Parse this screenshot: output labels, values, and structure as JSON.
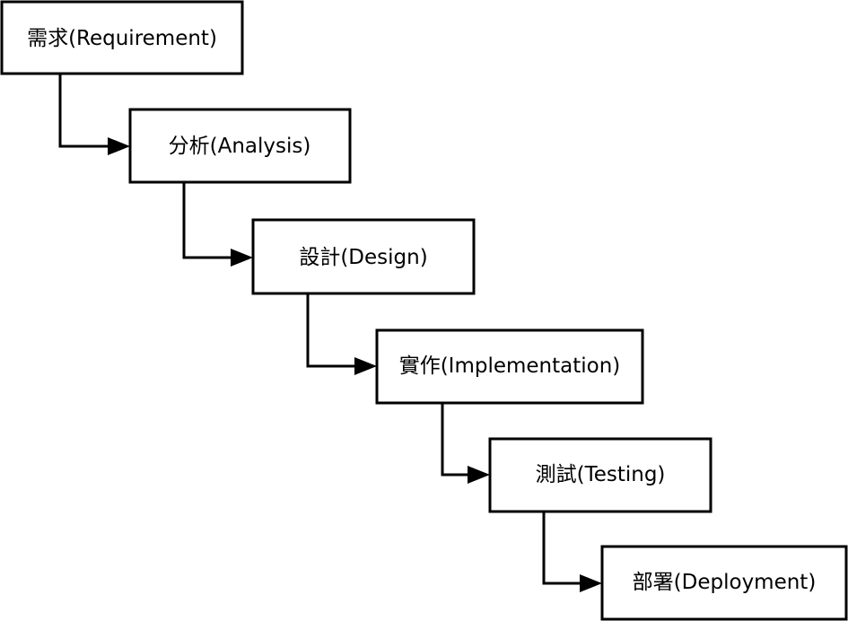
{
  "diagram": {
    "type": "waterfall-flow",
    "stages": [
      {
        "label": "需求(Requirement)"
      },
      {
        "label": "分析(Analysis)"
      },
      {
        "label": "設計(Design)"
      },
      {
        "label": "實作(Implementation)"
      },
      {
        "label": "測試(Testing)"
      },
      {
        "label": "部署(Deployment)"
      }
    ],
    "colors": {
      "box_fill": "#ffffff",
      "box_stroke": "#000000",
      "connector": "#000000",
      "text": "#000000"
    }
  }
}
